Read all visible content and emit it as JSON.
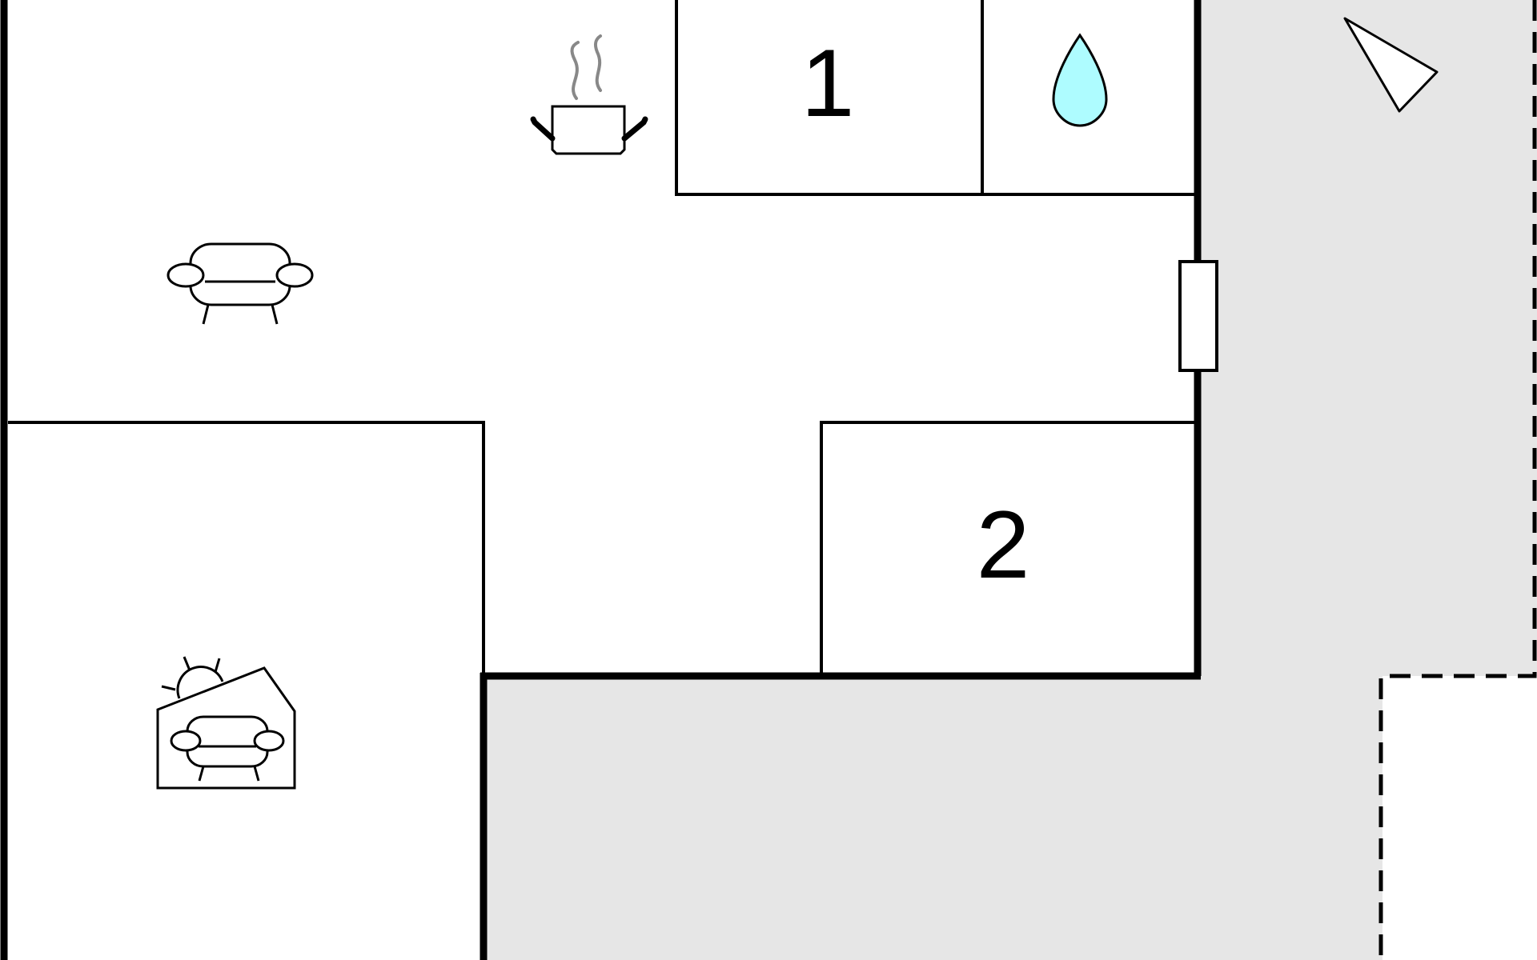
{
  "floor_plan": {
    "rooms": [
      {
        "id": "living-room",
        "icon": "sofa-icon"
      },
      {
        "id": "kitchen",
        "icon": "cooking-pot-icon"
      },
      {
        "id": "bedroom-1",
        "label": "1"
      },
      {
        "id": "bathroom",
        "icon": "water-drop-icon"
      },
      {
        "id": "hallway"
      },
      {
        "id": "bedroom-2",
        "label": "2"
      },
      {
        "id": "sunroom",
        "icon": "conservatory-sofa-icon"
      }
    ],
    "exterior": {
      "icon": "compass-north-arrow-icon"
    },
    "colors": {
      "wall": "#000000",
      "outdoor_area": "#e6e6e6",
      "room_fill": "#ffffff",
      "water_drop": "#aefcff",
      "steam": "#888888"
    }
  }
}
